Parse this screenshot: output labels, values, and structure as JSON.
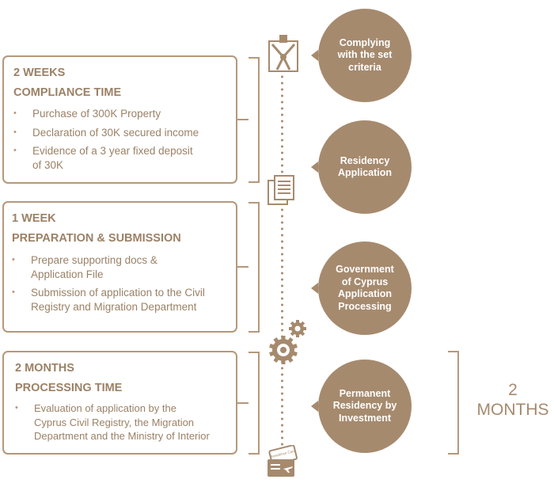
{
  "phases": [
    {
      "duration": "2 WEEKS",
      "title": "COMPLIANCE TIME",
      "items": [
        "Purchase of 300K Property",
        "Declaration of 30K secured income",
        "Evidence of a 3 year fixed deposit\nof  30K"
      ]
    },
    {
      "duration": "1 WEEK",
      "title": "PREPARATION & SUBMISSION",
      "items": [
        "Prepare supporting docs &\nApplication File",
        "Submission of application to the Civil\nRegistry and Migration Department"
      ]
    },
    {
      "duration": "2 MONTHS",
      "title": "PROCESSING TIME",
      "items": [
        "Evaluation of application by the\nCyprus Civil Registry, the Migration\nDepartment and the Ministry of Interior"
      ]
    }
  ],
  "steps": [
    "Complying\nwith the set\ncriteria",
    "Residency\nApplication",
    "Government\nof Cyprus\nApplication\nProcessing",
    "Permanent\nResidency by\nInvestment"
  ],
  "total": {
    "number": "2",
    "unit": "MONTHS"
  },
  "icons": {
    "top": "compass-logo-icon",
    "documents": "documents-icon",
    "gears": "gears-icon",
    "card": "residence-card-icon"
  },
  "card_label": "Residence Card",
  "colors": {
    "accent": "#a68a6e",
    "border": "#b5987a",
    "text": "#9b8166"
  }
}
